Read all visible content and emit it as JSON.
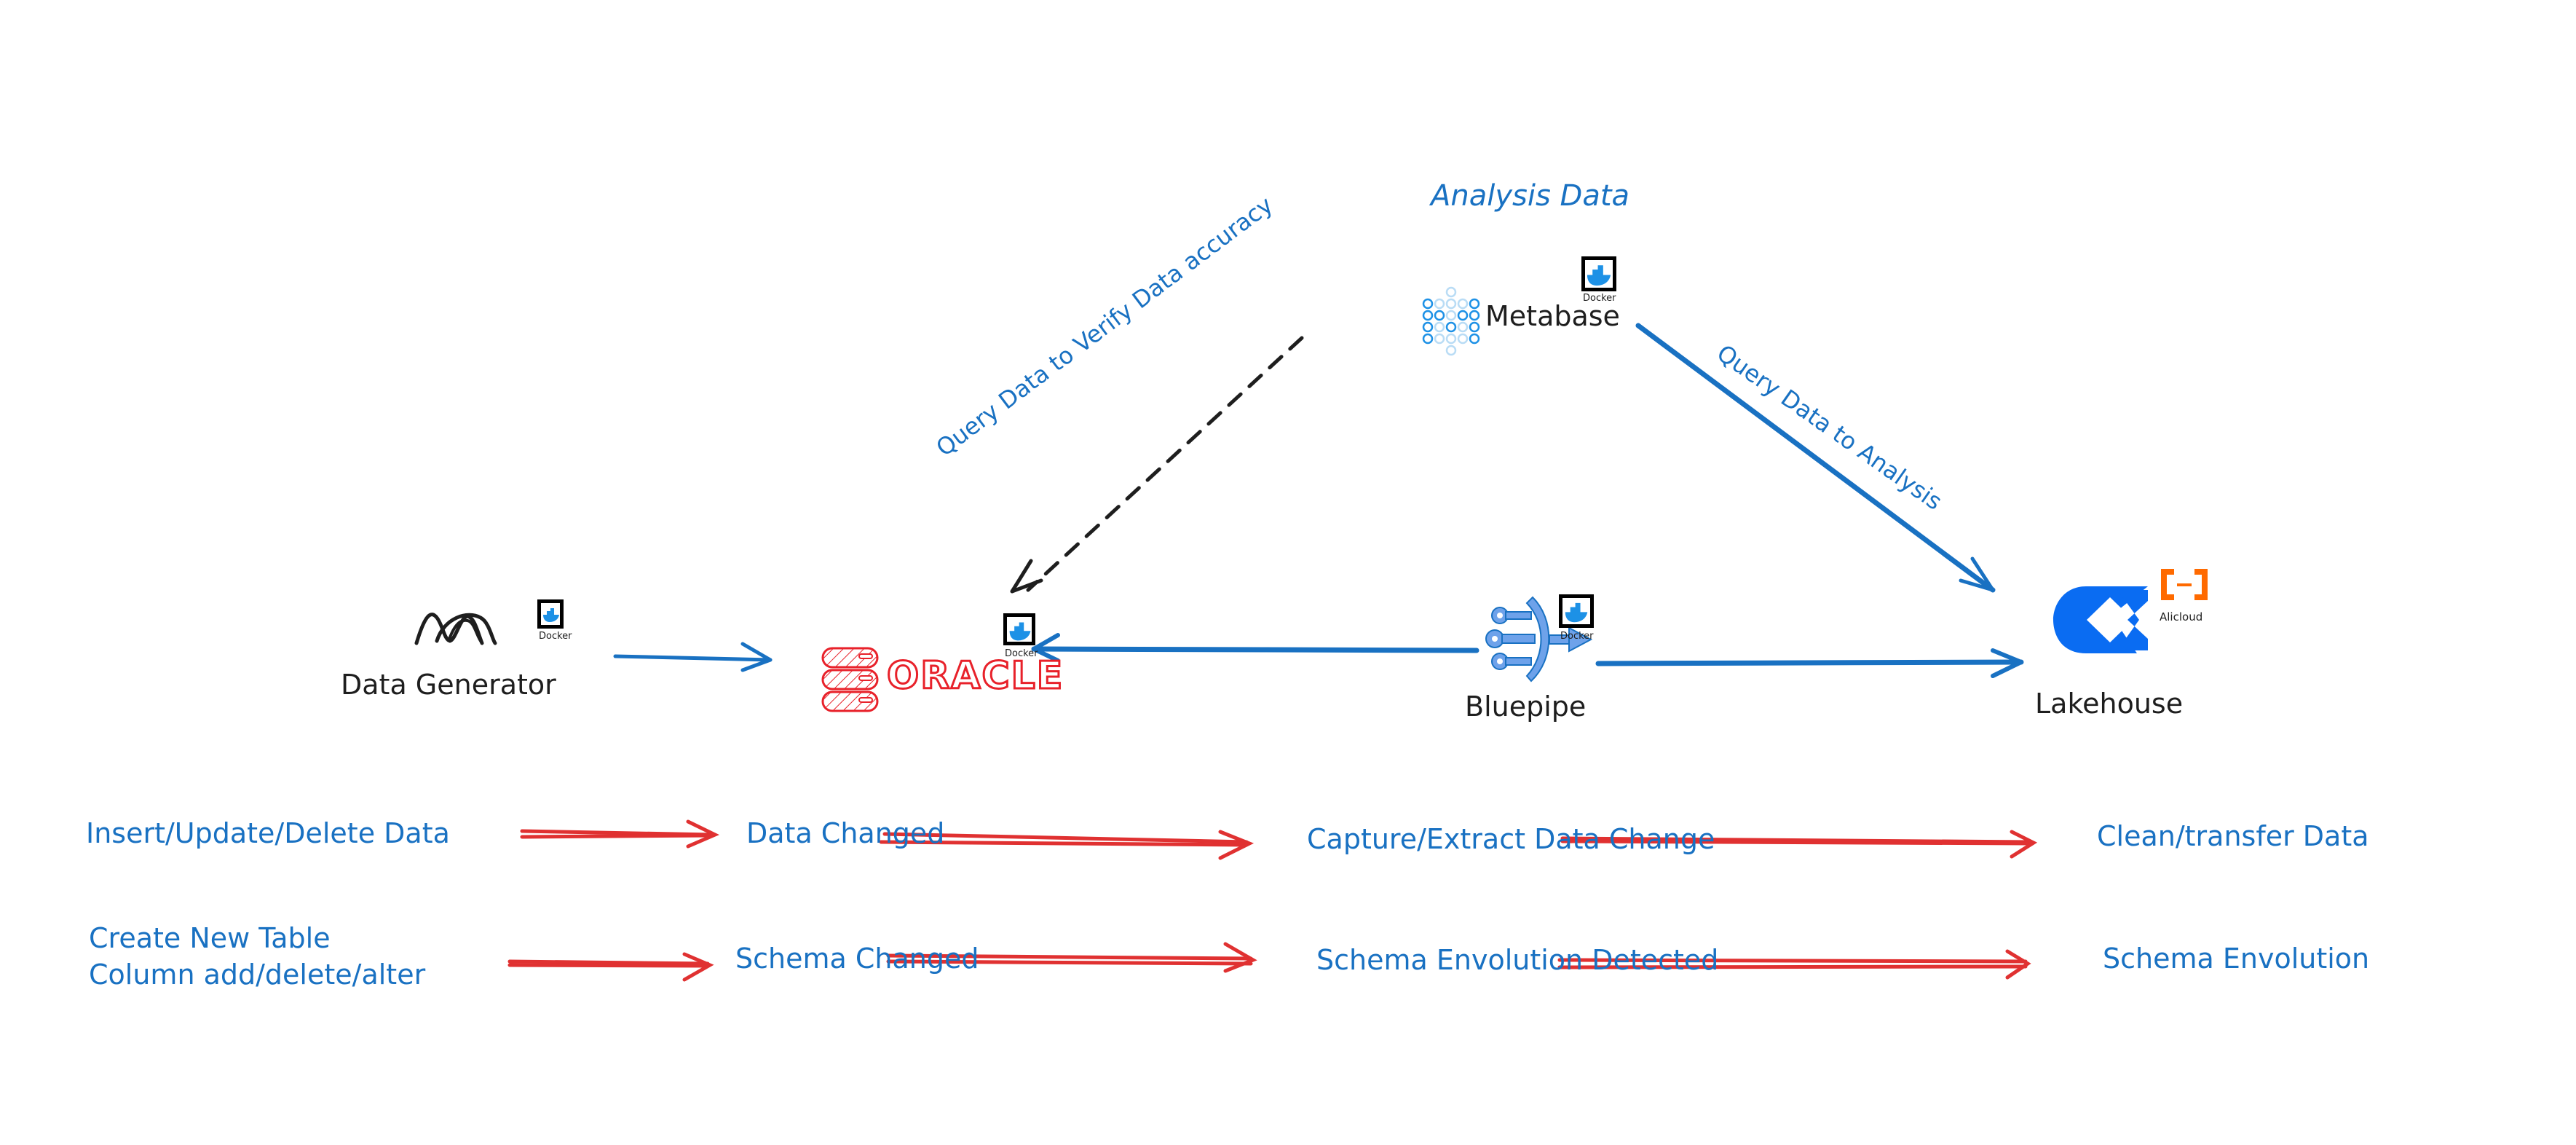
{
  "title_label": "Analysis Data",
  "nodes": {
    "data_generator": {
      "label": "Data Generator",
      "icon": "wave-logo-icon",
      "container": "Docker"
    },
    "oracle": {
      "label": "ORACLE",
      "icon": "oracle-database-icon",
      "container": "Docker"
    },
    "metabase": {
      "label": "Metabase",
      "icon": "metabase-logo-icon",
      "container": "Docker"
    },
    "bluepipe": {
      "label": "Bluepipe",
      "icon": "bluepipe-logo-icon",
      "container": "Docker"
    },
    "lakehouse": {
      "label": "Lakehouse",
      "icon": "lakehouse-logo-icon",
      "cloud": "Alicloud"
    }
  },
  "edges": [
    {
      "from": "data_generator",
      "to": "oracle",
      "label": "",
      "style": "solid"
    },
    {
      "from": "bluepipe",
      "to": "oracle",
      "label": "",
      "style": "solid"
    },
    {
      "from": "bluepipe",
      "to": "lakehouse",
      "label": "",
      "style": "solid"
    },
    {
      "from": "metabase",
      "to": "oracle",
      "label": "Query Data to Verify Data accuracy",
      "style": "dashed"
    },
    {
      "from": "metabase",
      "to": "lakehouse",
      "label": "Query Data to Analysis",
      "style": "solid"
    }
  ],
  "flows": {
    "data_row": [
      "Insert/Update/Delete Data",
      "Data Changed",
      "Capture/Extract Data Change",
      "Clean/transfer Data"
    ],
    "schema_row": [
      "Create New Table",
      "Column add/delete/alter",
      "Schema Changed",
      "Schema Envolution Detected",
      "Schema Envolution"
    ]
  },
  "colors": {
    "accent_blue": "#1971c2",
    "flow_red": "#e03131",
    "oracle_red": "#e8212a",
    "docker_blue": "#1d91e6",
    "lakehouse_blue": "#0a6cf2",
    "alicloud_orange": "#ff6a00",
    "ink": "#1e1e1e"
  }
}
